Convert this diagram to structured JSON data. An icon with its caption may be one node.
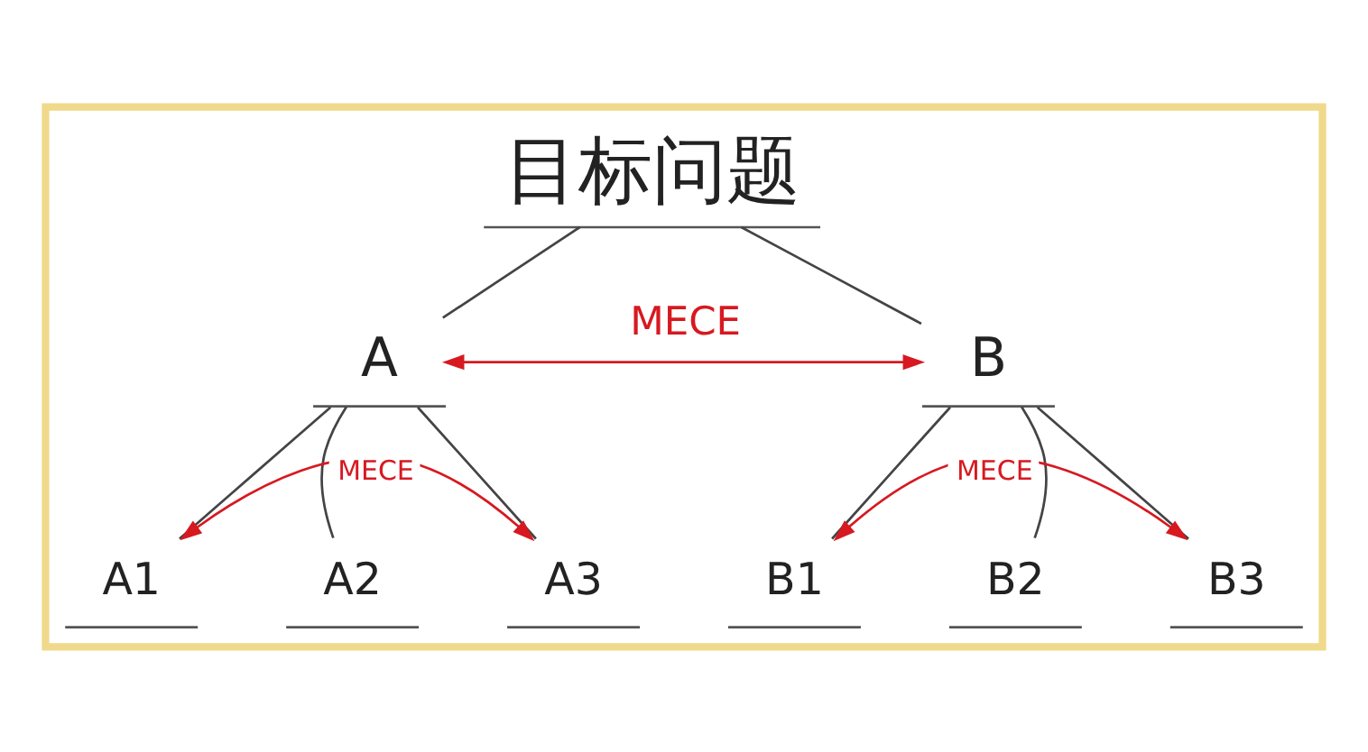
{
  "diagram": {
    "nodes": [
      {
        "text": [],
        "shape": "triangle"
      },
      {
        "text": [
          "目标问题"
        ],
        "in": 0
      },
      {
        "text": [
          "A"
        ],
        "in": 0
      },
      {
        "text": [
          "B"
        ],
        "in": 0
      },
      {
        "text": [
          "A1"
        ],
        "in": 0
      },
      {
        "text": [
          "A2"
        ],
        "in": 0
      },
      {
        "text": [
          "A3"
        ],
        "in": 0
      },
      {
        "text": [
          "B1"
        ],
        "in": 0
      },
      {
        "text": [
          "B2"
        ],
        "in": 0
      },
      {
        "text": [
          "B3"
        ],
        "in": 0
      }
    ],
    "edges": [
      {
        "from": 1,
        "to": 2,
        "arrow": "none"
      },
      {
        "from": 1,
        "to": 3,
        "arrow": "none"
      },
      {
        "from": 2,
        "to": 3,
        "arrow": "both",
        "label": "MECE",
        "color": "#d71920"
      },
      {
        "from": 2,
        "to": 4,
        "arrow": "none"
      },
      {
        "from": 2,
        "to": 5,
        "arrow": "none"
      },
      {
        "from": 2,
        "to": 6,
        "arrow": "none"
      },
      {
        "from": 4,
        "to": 6,
        "arrow": "both",
        "label": "MECE",
        "color": "#d71920"
      },
      {
        "from": 3,
        "to": 7,
        "arrow": "none"
      },
      {
        "from": 3,
        "to": 8,
        "arrow": "none"
      },
      {
        "from": 3,
        "to": 9,
        "arrow": "none"
      },
      {
        "from": 7,
        "to": 9,
        "arrow": "both",
        "label": "MECE",
        "color": "#d71920"
      }
    ]
  }
}
